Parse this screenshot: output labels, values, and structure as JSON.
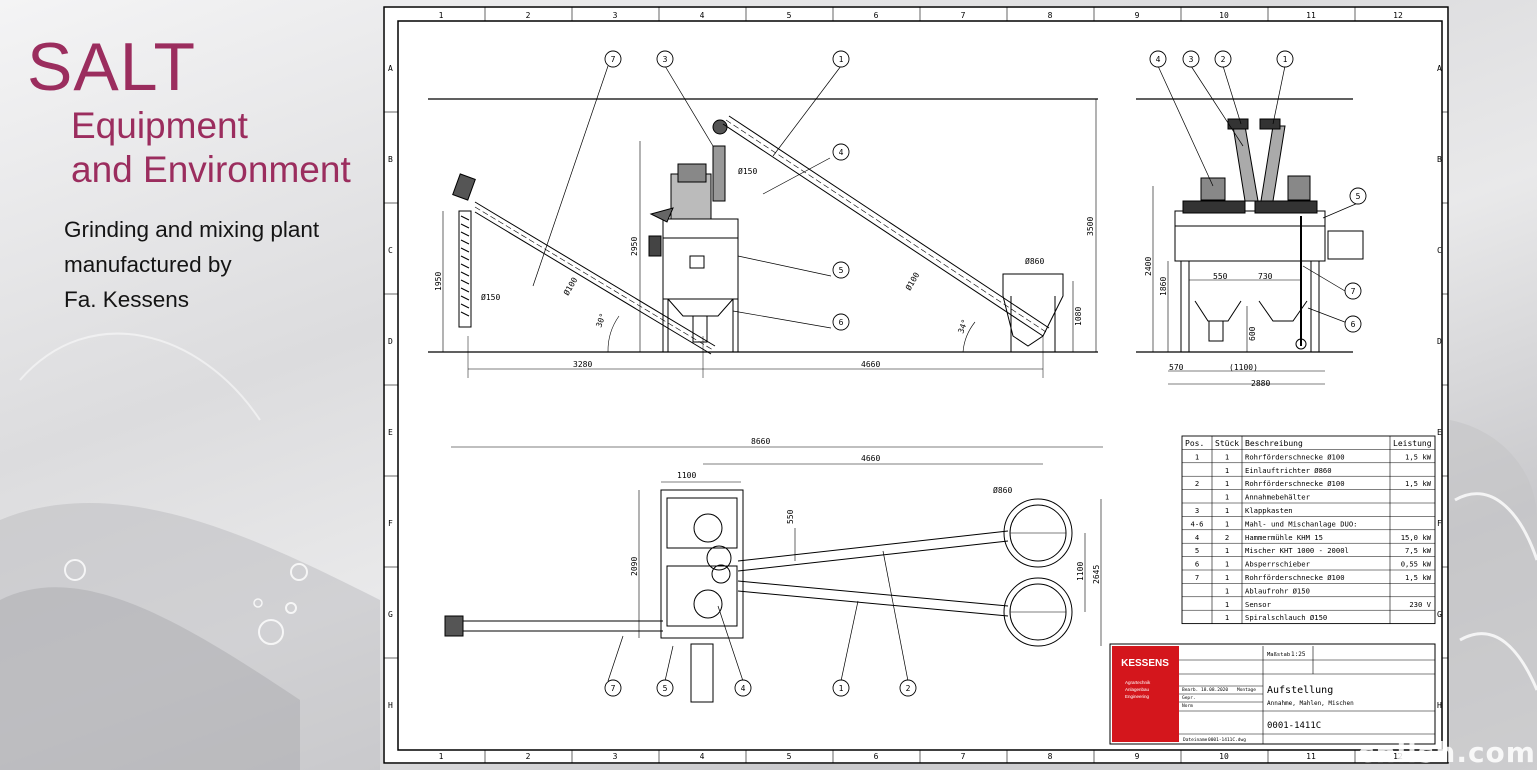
{
  "slide": {
    "title": "SALT",
    "subtitle_line1": "Equipment",
    "subtitle_line2": "and Environment",
    "description": [
      "Grinding and mixing plant",
      "manufactured by",
      "Fa. Kessens"
    ]
  },
  "drawing": {
    "grid_columns": [
      "1",
      "2",
      "3",
      "4",
      "5",
      "6",
      "7",
      "8",
      "9",
      "10",
      "11",
      "12"
    ],
    "grid_rows": [
      "A",
      "B",
      "C",
      "D",
      "E",
      "F",
      "G",
      "H"
    ],
    "side_view_dims": {
      "d1950": "1950",
      "d150a": "Ø150",
      "d100a": "Ø100",
      "a30": "30°",
      "d2950": "2950",
      "d150b": "Ø150",
      "d100b": "Ø100",
      "a34": "34°",
      "d3500": "3500",
      "d860": "Ø860",
      "d1080": "1080",
      "d3280": "3280",
      "d4660": "4660"
    },
    "front_view_dims": {
      "d2400": "2400",
      "d1860": "1860",
      "d550": "550",
      "d730": "730",
      "d600": "600",
      "d570": "570",
      "d1100": "(1100)",
      "d2880": "2880"
    },
    "plan_view_dims": {
      "d8660": "8660",
      "d1100": "1100",
      "d4660": "4660",
      "d860": "Ø860",
      "d550": "550",
      "d2090": "2090",
      "d1100b": "1100",
      "d2645": "2645"
    },
    "balloons_side": [
      "7",
      "3",
      "1",
      "4",
      "5",
      "6"
    ],
    "balloons_front": [
      "4",
      "3",
      "2",
      "1",
      "5",
      "7",
      "6"
    ],
    "balloons_plan": [
      "7",
      "5",
      "4",
      "1",
      "2"
    ]
  },
  "parts_list": {
    "headers": [
      "Pos.",
      "Stück",
      "Beschreibung",
      "Leistung"
    ],
    "rows": [
      [
        "1",
        "1",
        "Rohrförderschnecke Ø100",
        "1,5 kW"
      ],
      [
        "",
        "1",
        "Einlauftrichter Ø860",
        ""
      ],
      [
        "2",
        "1",
        "Rohrförderschnecke Ø100",
        "1,5 kW"
      ],
      [
        "",
        "1",
        "Annahmebehälter",
        ""
      ],
      [
        "3",
        "1",
        "Klappkasten",
        ""
      ],
      [
        "4-6",
        "1",
        "Mahl- und Mischanlage DUO:",
        ""
      ],
      [
        "4",
        "2",
        "Hammermühle KHM 15",
        "15,0 kW"
      ],
      [
        "5",
        "1",
        "Mischer KHT 1000 - 2000l",
        "7,5 kW"
      ],
      [
        "6",
        "1",
        "Absperrschieber",
        "0,55 kW"
      ],
      [
        "7",
        "1",
        "Rohrförderschnecke Ø100",
        "1,5 kW"
      ],
      [
        "",
        "1",
        "Ablaufrohr Ø150",
        ""
      ],
      [
        "",
        "1",
        "Sensor",
        "230 V"
      ],
      [
        "",
        "1",
        "Spiralschlauch Ø150",
        ""
      ]
    ]
  },
  "title_block": {
    "brand": "KESSENS",
    "title": "Aufstellung",
    "subtitle": "Annahme, Mahlen, Mischen",
    "drawing_number": "0001-1411C",
    "scale_label": "Maßstab",
    "scale_value": "1:25",
    "date_label": "Bearb.",
    "date_value": "18.08.2020",
    "name_label": "Montage",
    "check_label": "Gepr.",
    "norm_label": "Norm",
    "file_label": "Dateiname",
    "file_value": "0001-1411C.dwg",
    "brand_bullets": [
      "Agrartechnik",
      "Anlagenbau",
      "Engineering"
    ]
  },
  "watermark": "cnlish.com"
}
